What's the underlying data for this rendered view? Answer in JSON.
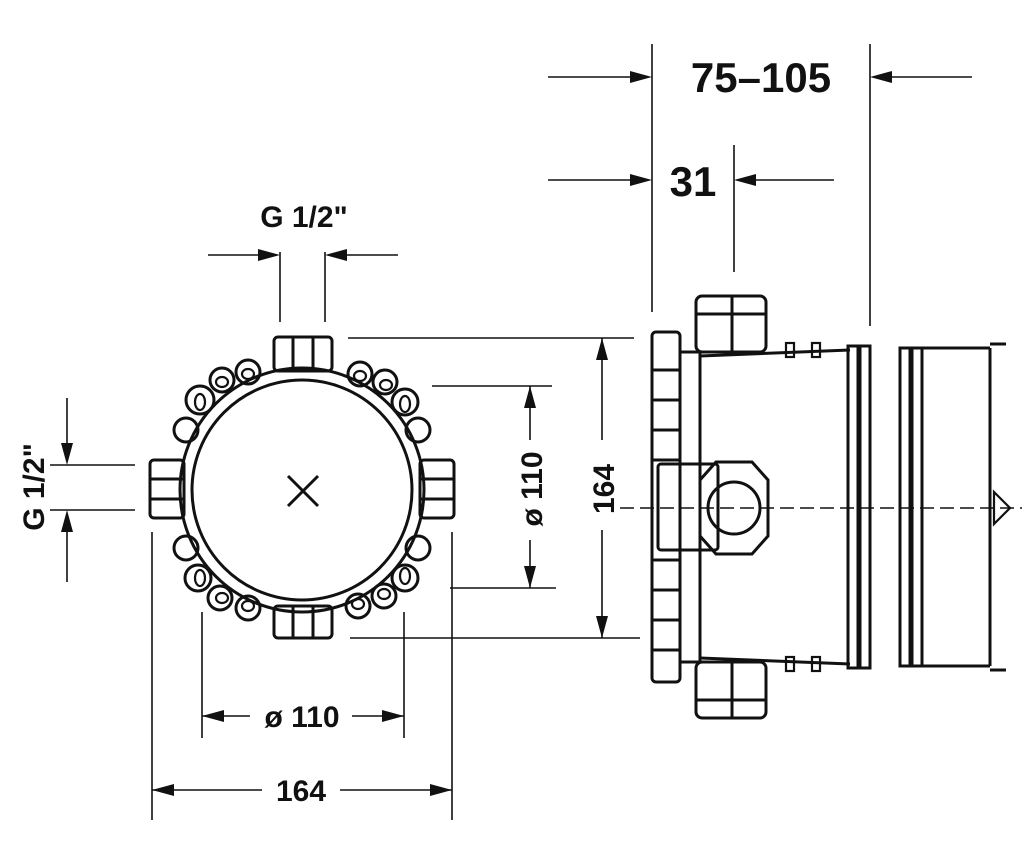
{
  "dimensions": {
    "depth_range": "75–105",
    "depth_offset": "31",
    "front_thread_top": "G 1/2\"",
    "front_thread_left": "G 1/2\"",
    "front_diameter_bottom": "ø 110",
    "front_width": "164",
    "side_diameter": "ø 110",
    "side_height": "164"
  },
  "colors": {
    "line": "#111111",
    "background": "#ffffff"
  },
  "icons": {
    "center": "cross-mark-icon"
  }
}
